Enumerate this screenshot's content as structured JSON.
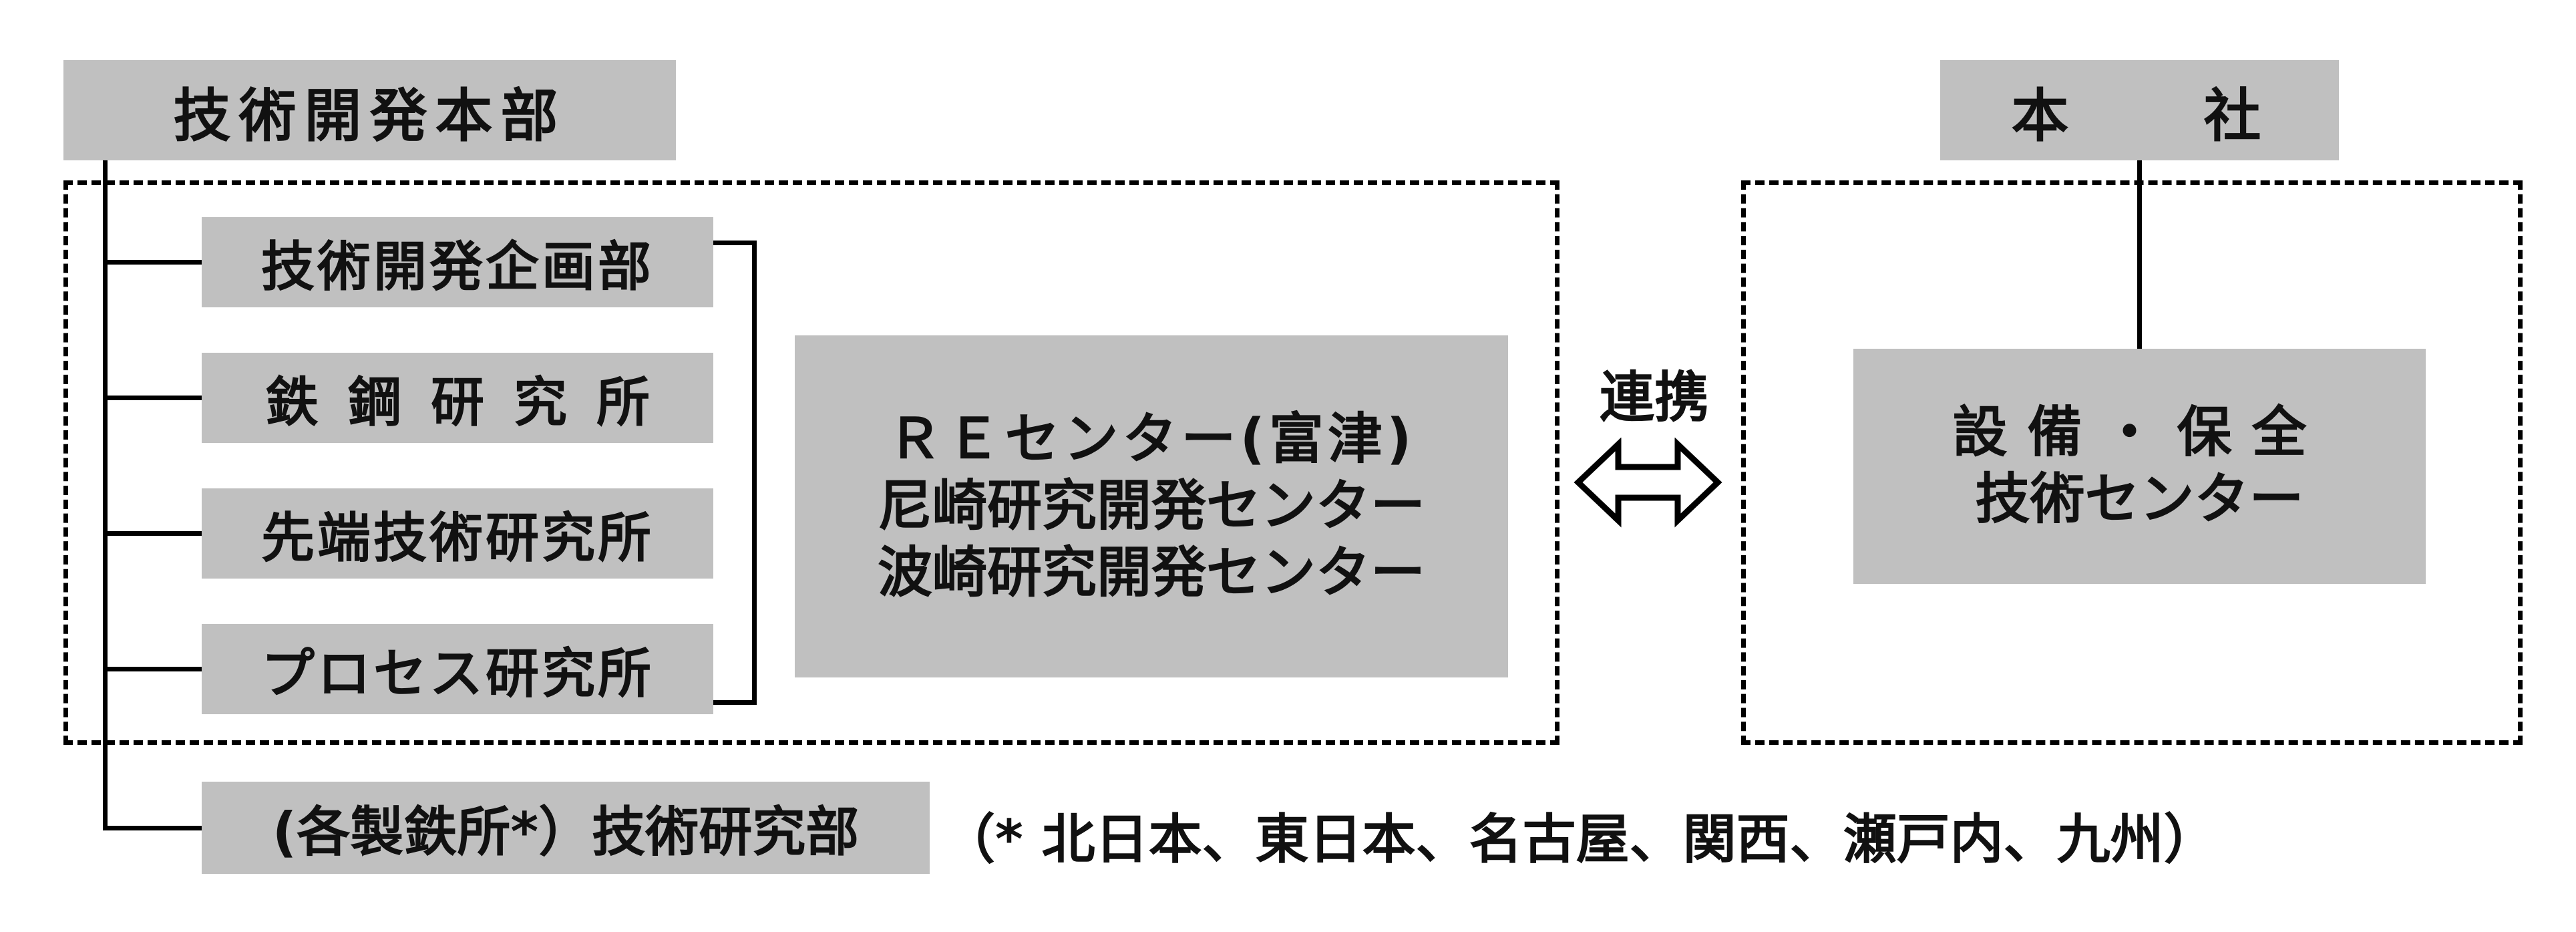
{
  "hq_dev": {
    "title": "技術開発本部",
    "units": [
      "技術開発企画部",
      "鉄鋼研究所",
      "先端技術研究所",
      "プロセス研究所"
    ],
    "centers": [
      "ＲＥセンター(富津)",
      "尼崎研究開発センター",
      "波崎研究開発センター"
    ],
    "works_lab": "(各製鉄所*）技術研究部",
    "works_note": "（* 北日本、東日本、名古屋、関西、瀬戸内、九州）"
  },
  "link_label": "連携",
  "head_office": {
    "title": "本　　社",
    "unit_lines": [
      "設備・保全",
      "技術センター"
    ]
  },
  "colors": {
    "box_fill": "#c0c0c0",
    "line": "#000000"
  }
}
